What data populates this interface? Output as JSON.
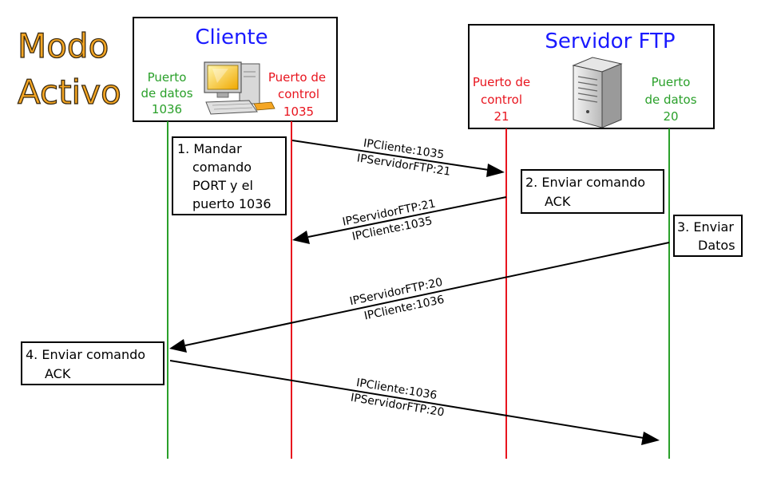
{
  "title": {
    "line1": "Modo",
    "line2": "Activo",
    "color": "#f5a623",
    "outline": "#3a2a10"
  },
  "client": {
    "name": "Cliente",
    "name_color": "#1a1aff",
    "data_port_label_1": "Puerto",
    "data_port_label_2": "de datos",
    "data_port_number": "1036",
    "control_port_label_1": "Puerto de",
    "control_port_label_2": "control",
    "control_port_number": "1035",
    "icon": "computer-icon"
  },
  "server": {
    "name": "Servidor FTP",
    "name_color": "#1a1aff",
    "control_port_label_1": "Puerto de",
    "control_port_label_2": "control",
    "control_port_number": "21",
    "data_port_label_1": "Puerto",
    "data_port_label_2": "de datos",
    "data_port_number": "20",
    "icon": "server-tower-icon"
  },
  "colors": {
    "data_port": "#2aa02a",
    "control_port": "#e8141e",
    "arrow": "#000000"
  },
  "steps": [
    {
      "lines": [
        "1. Mandar",
        "comando",
        "PORT y el",
        "puerto 1036"
      ]
    },
    {
      "lines": [
        "2. Enviar comando",
        "ACK"
      ]
    },
    {
      "lines": [
        "3. Enviar",
        "Datos"
      ]
    },
    {
      "lines": [
        "4. Enviar comando",
        "ACK"
      ]
    }
  ],
  "messages": [
    {
      "top": "IPCliente:1035",
      "bottom": "IPServidorFTP:21"
    },
    {
      "top": "IPServidorFTP:21",
      "bottom": "IPCliente:1035"
    },
    {
      "top": "IPServidorFTP:20",
      "bottom": "IPCliente:1036"
    },
    {
      "top": "IPCliente:1036",
      "bottom": "IPServidorFTP:20"
    }
  ]
}
